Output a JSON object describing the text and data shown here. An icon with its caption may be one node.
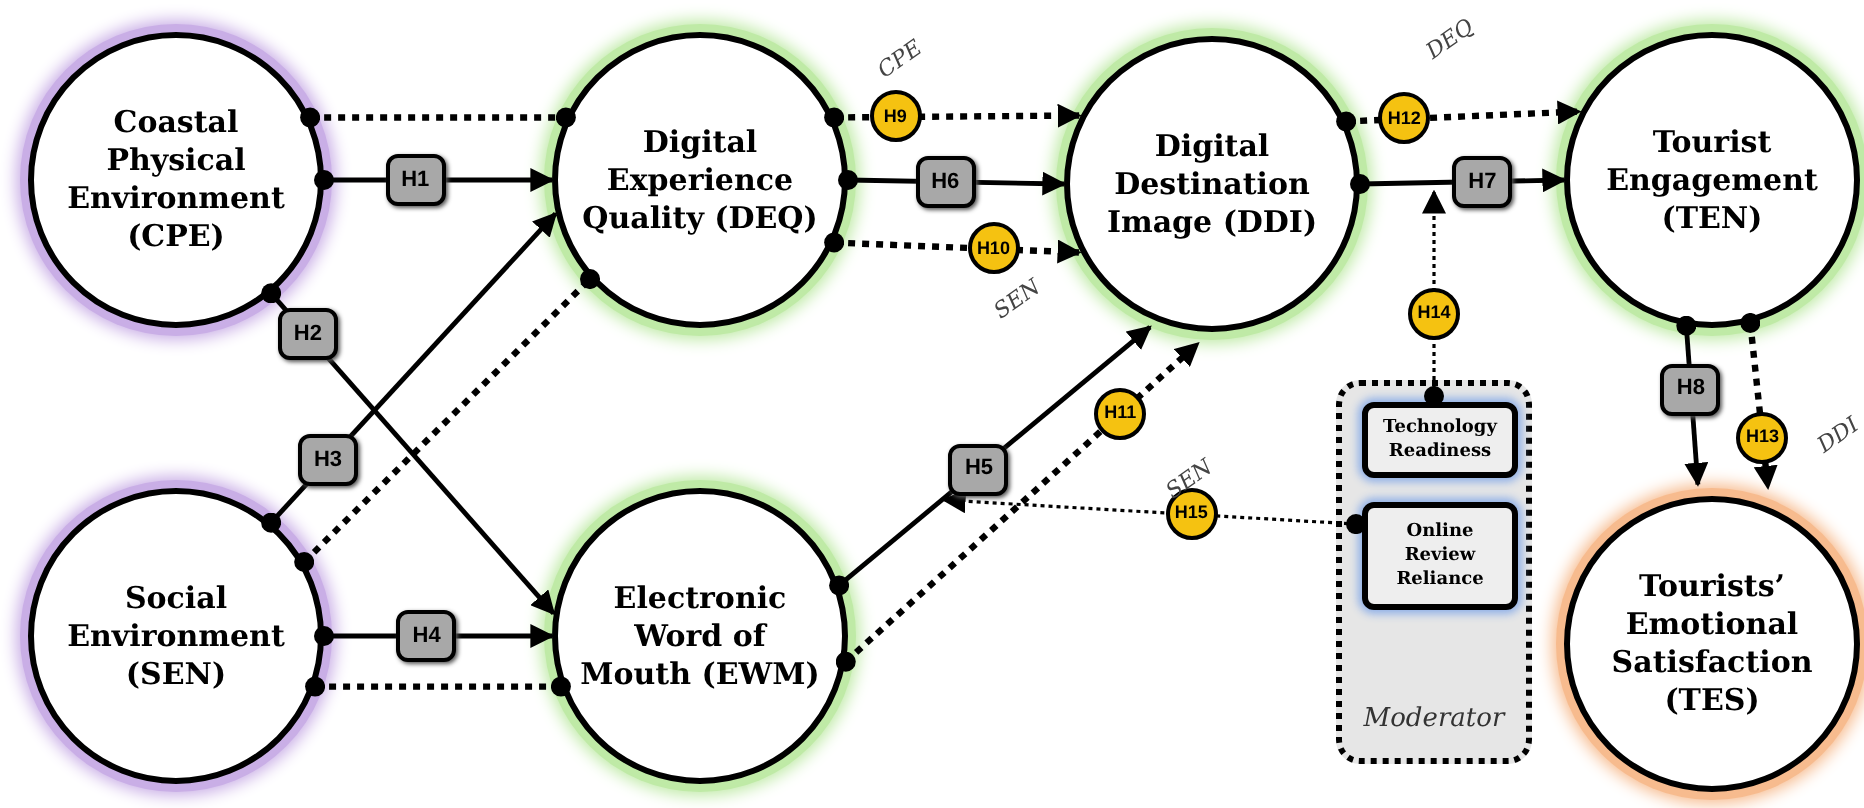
{
  "diagram": {
    "nodes": [
      {
        "text": [
          "Coastal Physical Environment (CPE)"
        ]
      },
      {
        "text": [
          "Digital Experience Quality (DEQ)"
        ]
      },
      {
        "text": [
          "Digital Destination Image (DDI)"
        ]
      },
      {
        "text": [
          "Tourist Engagement (TEN)"
        ]
      },
      {
        "text": [
          "Social Environment (SEN)"
        ]
      },
      {
        "text": [
          "Electronic Word of Mouth (EWM)"
        ]
      },
      {
        "text": [
          "Tourists’ Emotional Satisfaction (TES)"
        ]
      },
      {
        "text": [
          "Moderator"
        ]
      },
      {
        "text": [
          "Technology Readiness"
        ],
        "in": 7
      },
      {
        "text": [
          "Online Review Reliance"
        ],
        "in": 7
      }
    ],
    "edges": [
      {
        "from": 0,
        "to": 1,
        "arrow": "to",
        "label": "H1"
      },
      {
        "from": 0,
        "to": 5,
        "arrow": "to",
        "label": "H2"
      },
      {
        "from": 4,
        "to": 1,
        "arrow": "to",
        "label": "H3"
      },
      {
        "from": 4,
        "to": 5,
        "arrow": "to",
        "label": "H4"
      },
      {
        "from": 5,
        "to": 2,
        "arrow": "to",
        "label": "H5"
      },
      {
        "from": 1,
        "to": 2,
        "arrow": "to",
        "label": "H6"
      },
      {
        "from": 2,
        "to": 3,
        "arrow": "to",
        "label": "H7"
      },
      {
        "from": 3,
        "to": 6,
        "arrow": "to",
        "label": "H8"
      },
      {
        "from": 0,
        "to": 1,
        "arrow": "other",
        "style": "dashed"
      },
      {
        "from": 1,
        "to": 2,
        "arrow": "to",
        "label": "H9",
        "style": "dashed"
      },
      {
        "from": 1,
        "to": 2,
        "arrow": "to",
        "label": "H10",
        "style": "dashed"
      },
      {
        "from": 4,
        "to": 1,
        "arrow": "other",
        "style": "dashed"
      },
      {
        "from": 4,
        "to": 5,
        "arrow": "other",
        "style": "dashed"
      },
      {
        "from": 5,
        "to": 2,
        "arrow": "to",
        "label": "H11",
        "style": "dashed"
      },
      {
        "from": 2,
        "to": 3,
        "arrow": "to",
        "label": "H12",
        "style": "dashed"
      },
      {
        "from": 3,
        "to": 6,
        "arrow": "to",
        "label": "H13",
        "style": "dashed"
      },
      {
        "from": 8,
        "to": null,
        "arrow": "to",
        "label": "H14",
        "style": "dashed"
      },
      {
        "from": 9,
        "to": null,
        "arrow": "to",
        "label": "H15",
        "style": "dashed"
      }
    ],
    "labels": [
      "CPE",
      "DEQ",
      "SEN",
      "SEN",
      "DDI"
    ]
  }
}
